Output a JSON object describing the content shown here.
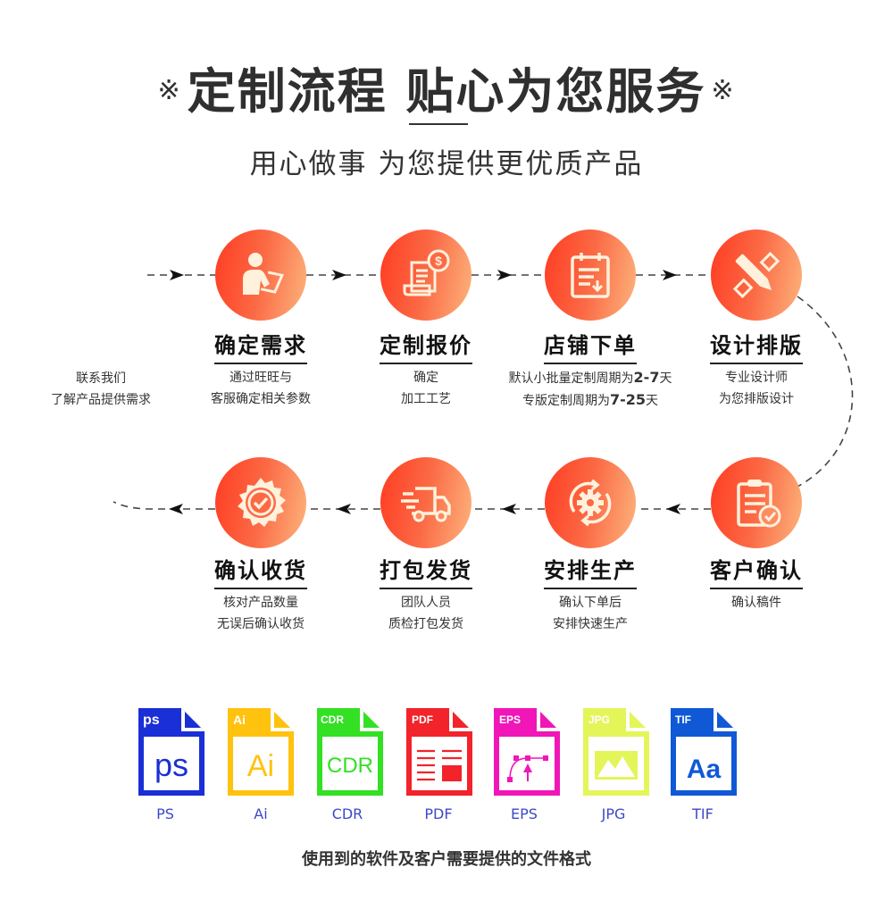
{
  "header": {
    "mark": "※",
    "title": "定制流程  贴心为您服务",
    "subtitle": "用心做事 为您提供更优质产品"
  },
  "intro": {
    "line1": "联系我们",
    "line2": "了解产品提供需求"
  },
  "steps": [
    {
      "id": 1,
      "title": "确定需求",
      "icon": "person-tablet-icon",
      "desc": [
        "通过旺旺与",
        "客服确定相关参数"
      ]
    },
    {
      "id": 2,
      "title": "定制报价",
      "icon": "invoice-dollar-icon",
      "desc": [
        "确定",
        "加工工艺"
      ]
    },
    {
      "id": 3,
      "title": "店铺下单",
      "icon": "order-list-icon",
      "desc_parts": [
        {
          "text": "默认小批量定制周期为",
          "bold": "2-7",
          "suffix": "天"
        },
        {
          "text": "专版定制周期为",
          "bold": "7-25",
          "suffix": "天"
        }
      ]
    },
    {
      "id": 4,
      "title": "设计排版",
      "icon": "pencil-ruler-icon",
      "desc": [
        "专业设计师",
        "为您排版设计"
      ]
    },
    {
      "id": 5,
      "title": "客户确认",
      "icon": "clipboard-check-icon",
      "desc": [
        "确认稿件"
      ]
    },
    {
      "id": 6,
      "title": "安排生产",
      "icon": "gear-refresh-icon",
      "desc": [
        "确认下单后",
        "安排快速生产"
      ]
    },
    {
      "id": 7,
      "title": "打包发货",
      "icon": "delivery-truck-icon",
      "desc": [
        "团队人员",
        "质检打包发货"
      ]
    },
    {
      "id": 8,
      "title": "确认收货",
      "icon": "badge-check-icon",
      "desc": [
        "核对产品数量",
        "无误后确认收货"
      ]
    }
  ],
  "files": {
    "items": [
      {
        "label": "PS",
        "tag": "ps",
        "glyph": "ps",
        "color": "#1a2fd6"
      },
      {
        "label": "Ai",
        "tag": "Ai",
        "glyph": "Ai",
        "color": "#ffc20e"
      },
      {
        "label": "CDR",
        "tag": "CDR",
        "glyph": "CDR",
        "color": "#33e023"
      },
      {
        "label": "PDF",
        "tag": "PDF",
        "glyph": "",
        "color": "#f2232a"
      },
      {
        "label": "EPS",
        "tag": "EPS",
        "glyph": "",
        "color": "#f016b8"
      },
      {
        "label": "JPG",
        "tag": "JPG",
        "glyph": "",
        "color": "#e4f55a"
      },
      {
        "label": "TIF",
        "tag": "TIF",
        "glyph": "Aa",
        "color": "#1059d6"
      }
    ],
    "note": "使用到的软件及客户需要提供的文件格式"
  },
  "colors": {
    "gradient_start": "#ff3b22",
    "gradient_end": "#fdb57e",
    "icon_fill": "#fff1dc",
    "file_label": "#3d49c8"
  }
}
